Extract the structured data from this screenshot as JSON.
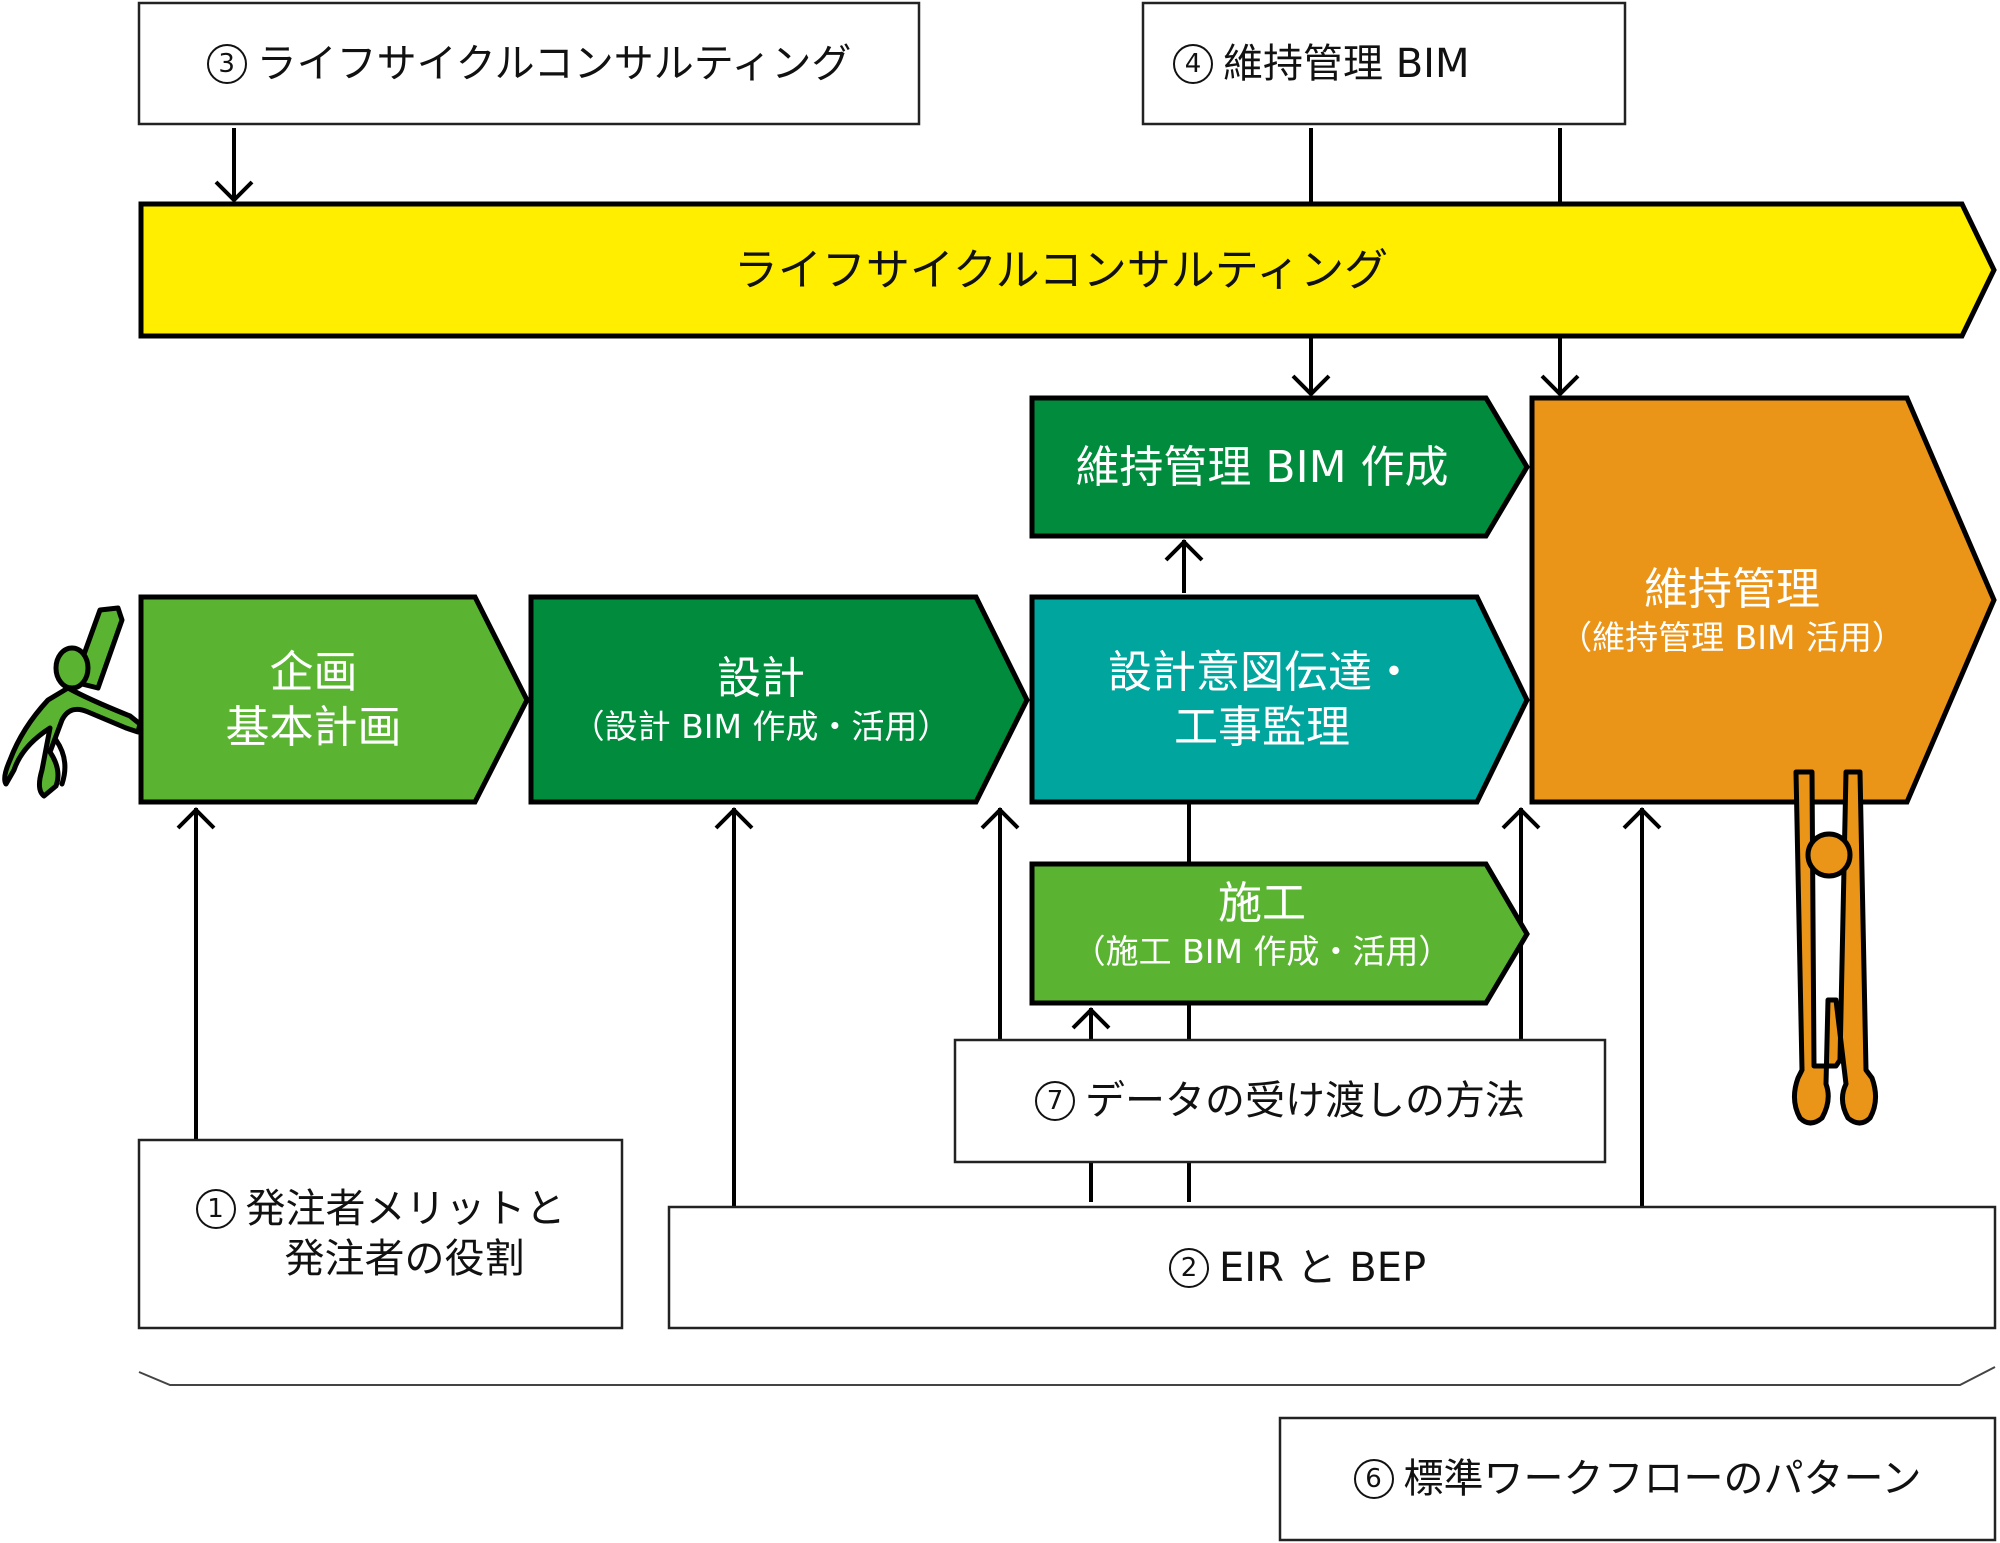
{
  "colors": {
    "yellow": "#FFEE00",
    "light_green": "#5AB432",
    "dark_green": "#008C3C",
    "teal": "#00A59E",
    "orange": "#EA9418",
    "stroke": "#000000"
  },
  "topics": {
    "t3": {
      "number": "3",
      "label": "ライフサイクルコンサルティング"
    },
    "t4": {
      "number": "4",
      "label": "維持管理 BIM"
    },
    "t7": {
      "number": "7",
      "label": "データの受け渡しの方法"
    },
    "t1": {
      "number": "1",
      "label_line1": "発注者メリットと",
      "label_line2": "発注者の役割"
    },
    "t2": {
      "number": "2",
      "label": "EIR と BEP"
    },
    "t6": {
      "number": "6",
      "label": "標準ワークフローのパターン"
    }
  },
  "phases": {
    "lifecycle": {
      "label": "ライフサイクルコンサルティング"
    },
    "planning": {
      "line1": "企画",
      "line2": "基本計画"
    },
    "design": {
      "title": "設計",
      "subtitle": "（設計 BIM 作成・活用）"
    },
    "supervision": {
      "line1": "設計意図伝達・",
      "line2": "工事監理"
    },
    "maint_bim_creation": {
      "label": "維持管理 BIM 作成"
    },
    "construction": {
      "title": "施工",
      "subtitle": "（施工 BIM 作成・活用）"
    },
    "maintenance": {
      "title": "維持管理",
      "subtitle": "（維持管理 BIM 活用）"
    }
  },
  "figures": {
    "pusher": "green-pushing-person-icon",
    "hanger": "orange-hanging-person-icon"
  }
}
